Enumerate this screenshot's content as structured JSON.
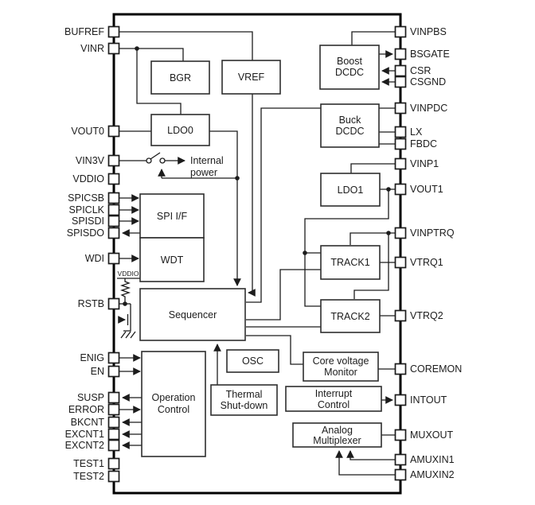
{
  "figure": {
    "background": "#ffffff",
    "line_color": "#1c1c1c",
    "description": "Power management IC functional block diagram"
  },
  "pins_left": [
    {
      "label": "BUFREF"
    },
    {
      "label": "VINR"
    },
    {
      "label": "VOUT0"
    },
    {
      "label": "VIN3V"
    },
    {
      "label": "VDDIO"
    },
    {
      "label": "SPICSB"
    },
    {
      "label": "SPICLK"
    },
    {
      "label": "SPISDI"
    },
    {
      "label": "SPISDO"
    },
    {
      "label": "WDI"
    },
    {
      "label": "RSTB"
    },
    {
      "label": "ENIG"
    },
    {
      "label": "EN"
    },
    {
      "label": "SUSP"
    },
    {
      "label": "ERROR"
    },
    {
      "label": "BKCNT"
    },
    {
      "label": "EXCNT1"
    },
    {
      "label": "EXCNT2"
    },
    {
      "label": "TEST1"
    },
    {
      "label": "TEST2"
    }
  ],
  "pins_right": [
    {
      "label": "VINPBS"
    },
    {
      "label": "BSGATE"
    },
    {
      "label": "CSR"
    },
    {
      "label": "CSGND"
    },
    {
      "label": "VINPDC"
    },
    {
      "label": "LX"
    },
    {
      "label": "FBDC"
    },
    {
      "label": "VINP1"
    },
    {
      "label": "VOUT1"
    },
    {
      "label": "VINPTRQ"
    },
    {
      "label": "VTRQ1"
    },
    {
      "label": "VTRQ2"
    },
    {
      "label": "COREMON"
    },
    {
      "label": "INTOUT"
    },
    {
      "label": "MUXOUT"
    },
    {
      "label": "AMUXIN1"
    },
    {
      "label": "AMUXIN2"
    }
  ],
  "blocks": {
    "bgr": {
      "label": "BGR"
    },
    "vref": {
      "label": "VREF"
    },
    "ldo0": {
      "label": "LDO0"
    },
    "boost": {
      "line1": "Boost",
      "line2": "DCDC"
    },
    "buck": {
      "line1": "Buck",
      "line2": "DCDC"
    },
    "ldo1": {
      "label": "LDO1"
    },
    "spi": {
      "label": "SPI I/F"
    },
    "wdt": {
      "label": "WDT"
    },
    "track1": {
      "label": "TRACK1"
    },
    "track2": {
      "label": "TRACK2"
    },
    "sequencer": {
      "label": "Sequencer"
    },
    "osc": {
      "label": "OSC"
    },
    "thermal": {
      "line1": "Thermal",
      "line2": "Shut-down"
    },
    "cvm": {
      "line1": "Core voltage",
      "line2": "Monitor"
    },
    "interrupt": {
      "line1": "Interrupt",
      "line2": "Control"
    },
    "opctl": {
      "line1": "Operation",
      "line2": "Control"
    },
    "amux": {
      "line1": "Analog",
      "line2": "Multiplexer"
    }
  },
  "annotations": {
    "internal_power_line1": "Internal",
    "internal_power_line2": "power",
    "vddio_rail": "VDDIO"
  }
}
